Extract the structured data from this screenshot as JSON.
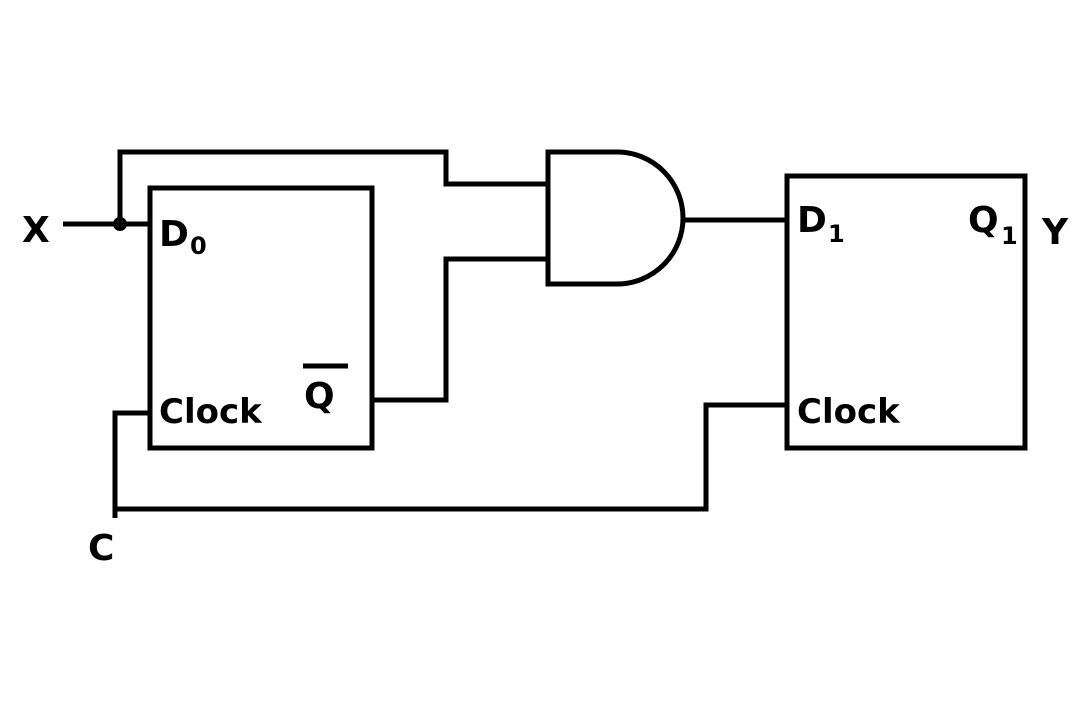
{
  "inputs": {
    "x": "X",
    "clock": "C"
  },
  "output": {
    "y": "Y"
  },
  "flipflop0": {
    "d_main": "D",
    "d_sub": "0",
    "clock": "Clock",
    "qbar": "Q"
  },
  "flipflop1": {
    "d_main": "D",
    "d_sub": "1",
    "q_main": "Q",
    "q_sub": "1",
    "clock": "Clock"
  },
  "gate": {
    "type": "AND"
  }
}
